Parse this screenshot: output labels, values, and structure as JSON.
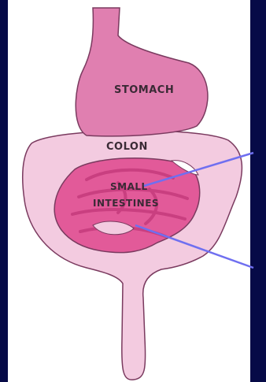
{
  "labels": {
    "stomach": "STOMACH",
    "colon": "COLON",
    "small_intestine_line1": "SMALL",
    "small_intestine_line2": "INTESTINES"
  },
  "colors": {
    "background": "#060a47",
    "panel": "#ffffff",
    "stomach": "#e07fb0",
    "colon": "#f3cbe0",
    "small_intestine": "#e25a99",
    "small_intestine_dark": "#c93f80",
    "outline": "#7a3a5f",
    "pointer": "#6f6ff0"
  }
}
